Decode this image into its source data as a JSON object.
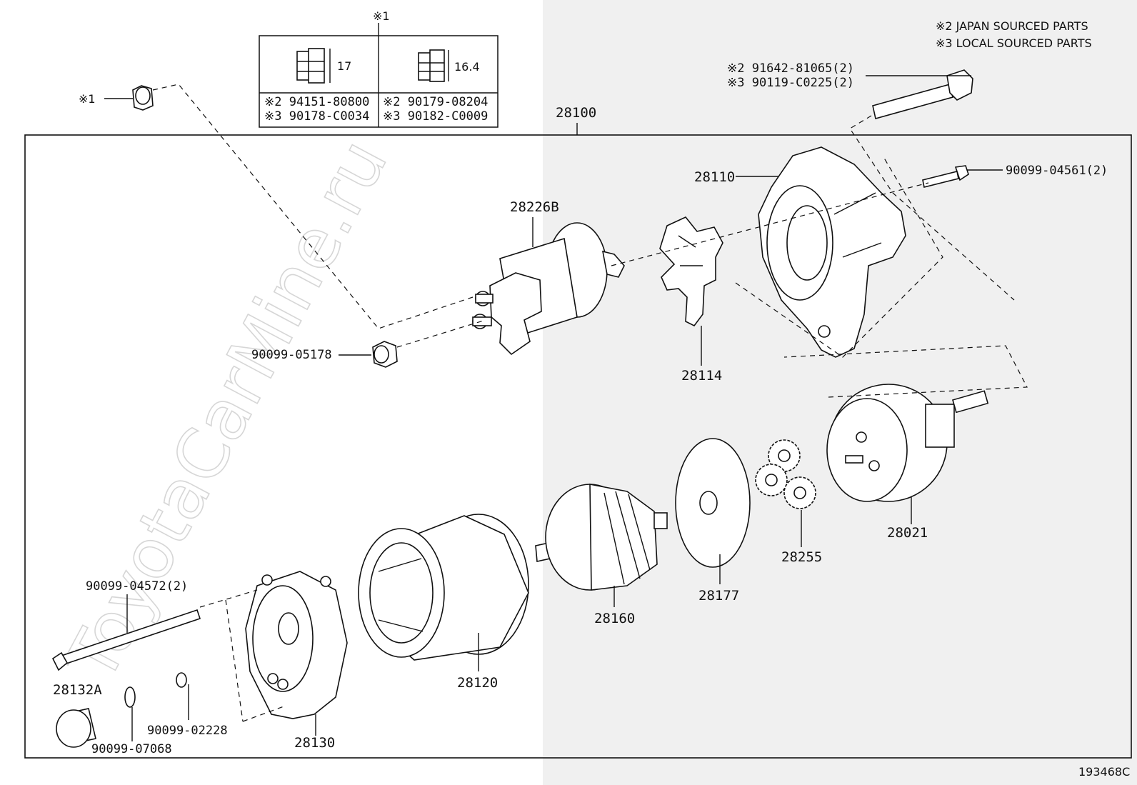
{
  "notes": {
    "mark1": "※1",
    "japan": "※2 JAPAN SOURCED PARTS",
    "local": "※3 LOCAL SOURCED PARTS"
  },
  "nut_table": {
    "dim_left": "17",
    "dim_right": "16.4",
    "rows": [
      [
        "※2 94151-80800",
        "※2 90179-08204"
      ],
      [
        "※3 90178-C0034",
        "※3 90182-C0009"
      ]
    ]
  },
  "labels": {
    "assembly": "28100",
    "bolt_jp": "※2 91642-81065(2)",
    "bolt_local": "※3 90119-C0225(2)",
    "housing": "28110",
    "screw_top": "90099-04561(2)",
    "solenoid": "28226B",
    "lever": "28114",
    "nut_small": "90099-05178",
    "clutch": "28021",
    "gears": "28255",
    "plate": "28177",
    "armature": "28160",
    "yoke": "28120",
    "through_bolt": "90099-04572(2)",
    "cap": "28132A",
    "washer_a": "90099-07068",
    "washer_b": "90099-02228",
    "end_frame": "28130",
    "illustration_id": "193468C"
  },
  "watermark": "ToyotaCarMine.ru",
  "colors": {
    "shade": "#f0f0f0",
    "line": "#111111"
  }
}
